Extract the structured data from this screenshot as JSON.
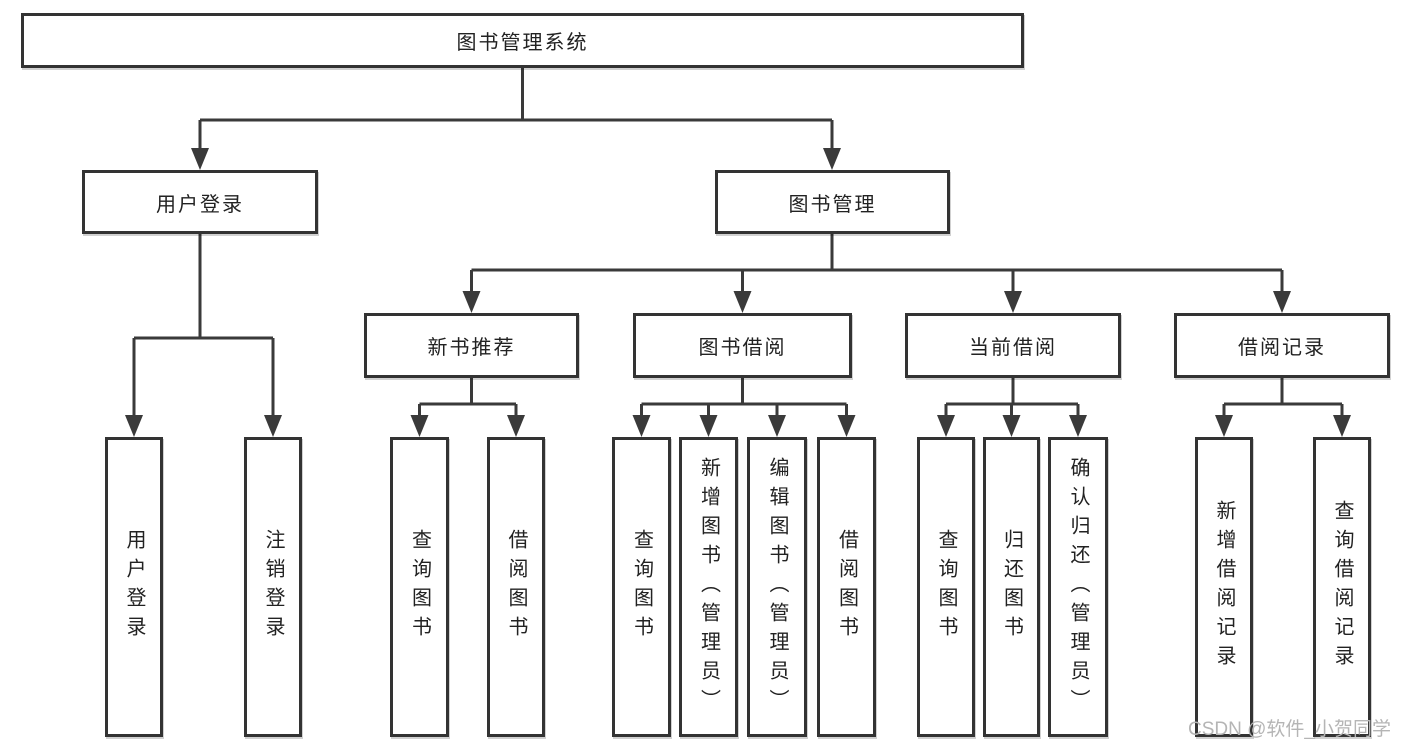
{
  "diagram_type": "hierarchy-tree",
  "tree": {
    "label": "图书管理系统",
    "children": [
      {
        "label": "用户登录",
        "children": [
          {
            "label": "用户登录"
          },
          {
            "label": "注销登录"
          }
        ]
      },
      {
        "label": "图书管理",
        "children": [
          {
            "label": "新书推荐",
            "children": [
              {
                "label": "查询图书"
              },
              {
                "label": "借阅图书"
              }
            ]
          },
          {
            "label": "图书借阅",
            "children": [
              {
                "label": "查询图书"
              },
              {
                "label": "新增图书（管理员）"
              },
              {
                "label": "编辑图书（管理员）"
              },
              {
                "label": "借阅图书"
              }
            ]
          },
          {
            "label": "当前借阅",
            "children": [
              {
                "label": "查询图书"
              },
              {
                "label": "归还图书"
              },
              {
                "label": "确认归还（管理员）"
              }
            ]
          },
          {
            "label": "借阅记录",
            "children": [
              {
                "label": "新增借阅记录"
              },
              {
                "label": "查询借阅记录"
              }
            ]
          }
        ]
      }
    ]
  },
  "watermark": {
    "text": "CSDN @软件_小贺同学"
  },
  "colors": {
    "line": "#3a3a3a",
    "box_border": "#333333",
    "text": "#222222",
    "watermark": "#b5b5b5",
    "background": "#ffffff"
  }
}
